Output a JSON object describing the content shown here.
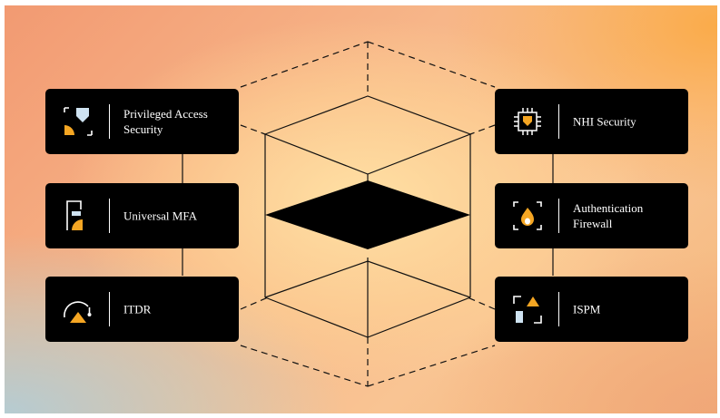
{
  "colors": {
    "card_background": "#000000",
    "card_text": "#ffffff",
    "icon_orange": "#f5a623",
    "icon_blue": "#cfe3f2",
    "line": "#111111"
  },
  "cards": {
    "privileged_access": {
      "label": "Privileged Access\nSecurity",
      "icon": "shield-corner-brackets-icon"
    },
    "universal_mfa": {
      "label": "Universal MFA",
      "icon": "door-icon"
    },
    "itdr": {
      "label": "ITDR",
      "icon": "gauge-triangle-icon"
    },
    "nhi_security": {
      "label": "NHI Security",
      "icon": "chip-shield-icon"
    },
    "authentication_firewall": {
      "label": "Authentication\nFirewall",
      "icon": "flame-in-frame-icon"
    },
    "ispm": {
      "label": "ISPM",
      "icon": "triangle-bar-frame-icon"
    }
  }
}
